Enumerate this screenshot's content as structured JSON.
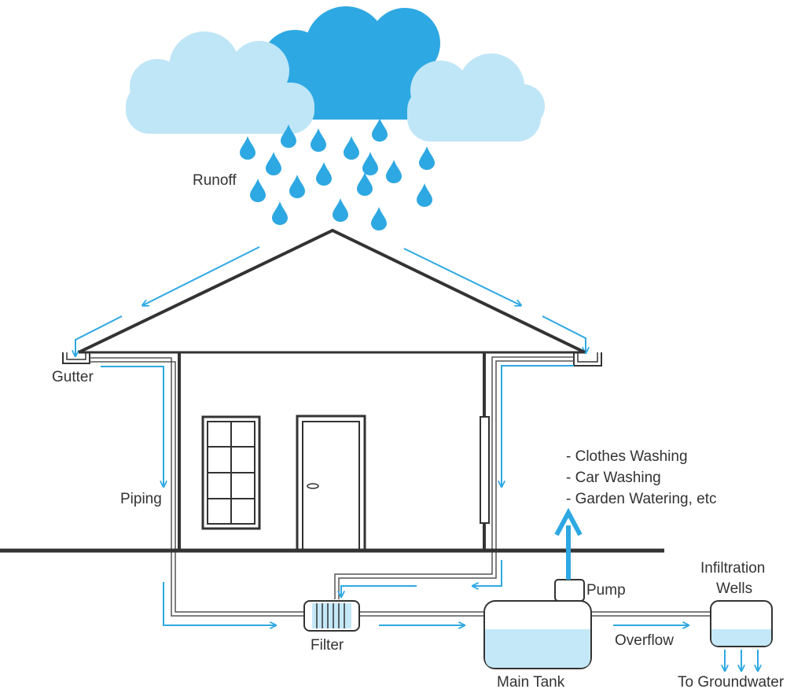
{
  "labels": {
    "runoff": "Runoff",
    "gutter": "Gutter",
    "piping": "Piping",
    "uses": [
      "- Clothes Washing",
      "- Car Washing",
      "- Garden Watering, etc"
    ],
    "pump": "Pump",
    "filter": "Filter",
    "main_tank": "Main Tank",
    "overflow": "Overflow",
    "infiltration_wells": [
      "Infiltration",
      "Wells"
    ],
    "to_groundwater": "To Groundwater"
  },
  "colors": {
    "cloud_dark": "#2ea8e2",
    "cloud_light": "#bfe6f7",
    "raindrop": "#2ea8e2",
    "arrow": "#2ea8e2",
    "water": "#c4e8f7",
    "outline": "#333333"
  }
}
